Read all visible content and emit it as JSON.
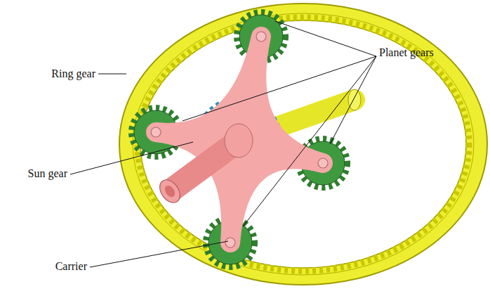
{
  "diagram": {
    "labels": [
      "Ring gear",
      "Planet gears",
      "Sun gear",
      "Carrier"
    ]
  }
}
